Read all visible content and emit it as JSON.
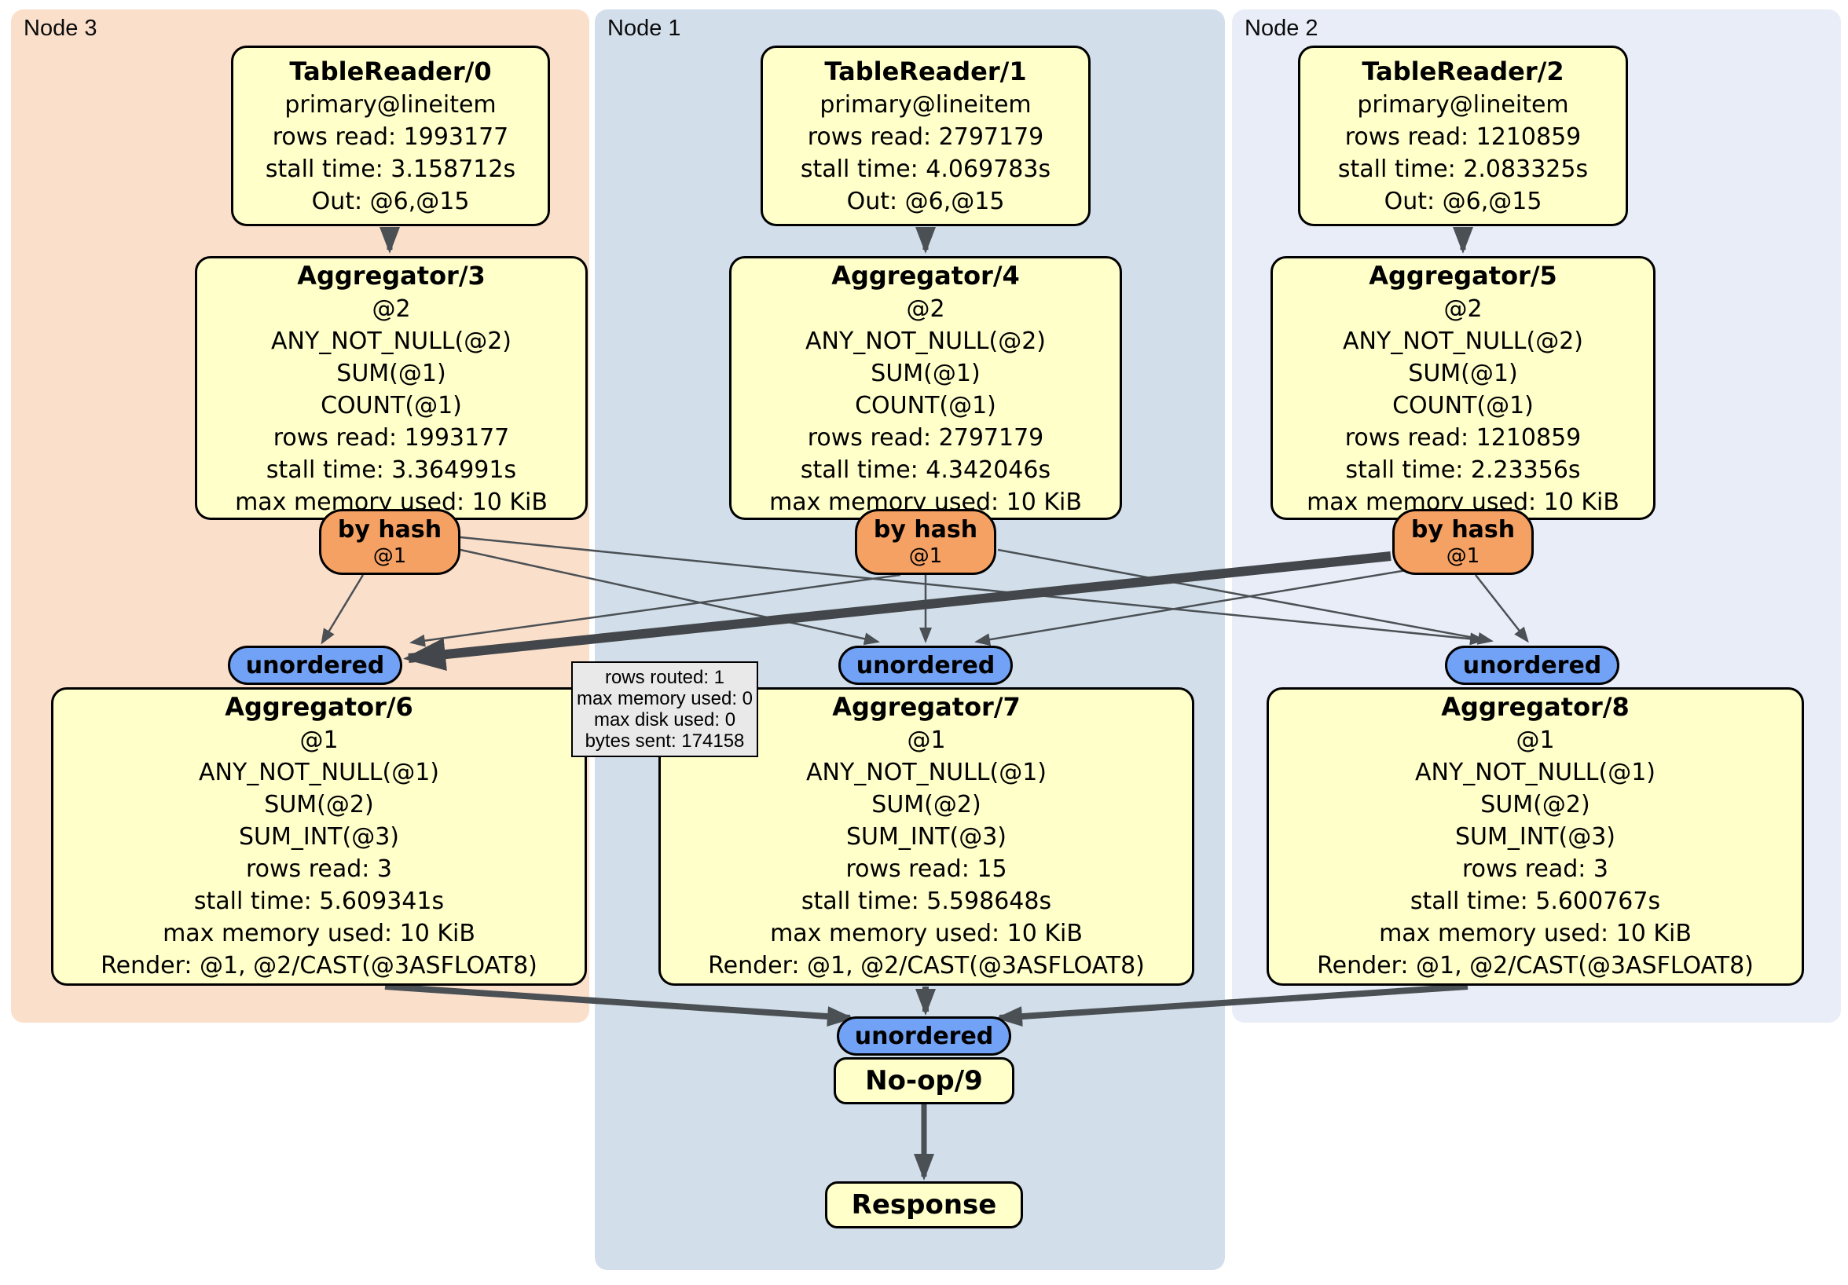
{
  "panels": [
    {
      "label": "Node 3"
    },
    {
      "label": "Node 1"
    },
    {
      "label": "Node 2"
    }
  ],
  "processors": {
    "tr0": {
      "title": "TableReader/0",
      "lines": [
        "primary@lineitem",
        "rows read: 1993177",
        "stall time: 3.158712s",
        "Out: @6,@15"
      ]
    },
    "tr1": {
      "title": "TableReader/1",
      "lines": [
        "primary@lineitem",
        "rows read: 2797179",
        "stall time: 4.069783s",
        "Out: @6,@15"
      ]
    },
    "tr2": {
      "title": "TableReader/2",
      "lines": [
        "primary@lineitem",
        "rows read: 1210859",
        "stall time: 2.083325s",
        "Out: @6,@15"
      ]
    },
    "agg3": {
      "title": "Aggregator/3",
      "lines": [
        "@2",
        "ANY_NOT_NULL(@2)",
        "SUM(@1)",
        "COUNT(@1)",
        "rows read: 1993177",
        "stall time: 3.364991s",
        "max memory used: 10 KiB"
      ]
    },
    "agg4": {
      "title": "Aggregator/4",
      "lines": [
        "@2",
        "ANY_NOT_NULL(@2)",
        "SUM(@1)",
        "COUNT(@1)",
        "rows read: 2797179",
        "stall time: 4.342046s",
        "max memory used: 10 KiB"
      ]
    },
    "agg5": {
      "title": "Aggregator/5",
      "lines": [
        "@2",
        "ANY_NOT_NULL(@2)",
        "SUM(@1)",
        "COUNT(@1)",
        "rows read: 1210859",
        "stall time: 2.23356s",
        "max memory used: 10 KiB"
      ]
    },
    "agg6": {
      "title": "Aggregator/6",
      "lines": [
        "@1",
        "ANY_NOT_NULL(@1)",
        "SUM(@2)",
        "SUM_INT(@3)",
        "rows read: 3",
        "stall time: 5.609341s",
        "max memory used: 10 KiB",
        "Render: @1, @2/CAST(@3ASFLOAT8)"
      ]
    },
    "agg7": {
      "title": "Aggregator/7",
      "lines": [
        "@1",
        "ANY_NOT_NULL(@1)",
        "SUM(@2)",
        "SUM_INT(@3)",
        "rows read: 15",
        "stall time: 5.598648s",
        "max memory used: 10 KiB",
        "Render: @1, @2/CAST(@3ASFLOAT8)"
      ]
    },
    "agg8": {
      "title": "Aggregator/8",
      "lines": [
        "@1",
        "ANY_NOT_NULL(@1)",
        "SUM(@2)",
        "SUM_INT(@3)",
        "rows read: 3",
        "stall time: 5.600767s",
        "max memory used: 10 KiB",
        "Render: @1, @2/CAST(@3ASFLOAT8)"
      ]
    },
    "noop": {
      "title": "No-op/9"
    },
    "response": {
      "title": "Response"
    }
  },
  "routers": {
    "label": "by hash",
    "stream": "@1"
  },
  "syncs": {
    "label": "unordered"
  },
  "edge_tooltip": {
    "lines": [
      "rows routed: 1",
      "max memory used: 0",
      "max disk used: 0",
      "bytes sent: 174158"
    ]
  },
  "colors": {
    "panel_node3_bg": "#fadfcb",
    "panel_node1_bg": "#d2dfeb",
    "panel_node2_bg": "#e9edf8",
    "processor_bg": "#ffffca",
    "router_bg": "#f5a163",
    "sync_bg": "#72a2f5",
    "tooltip_bg": "#e9e9e9",
    "edge": "#4b5054"
  }
}
